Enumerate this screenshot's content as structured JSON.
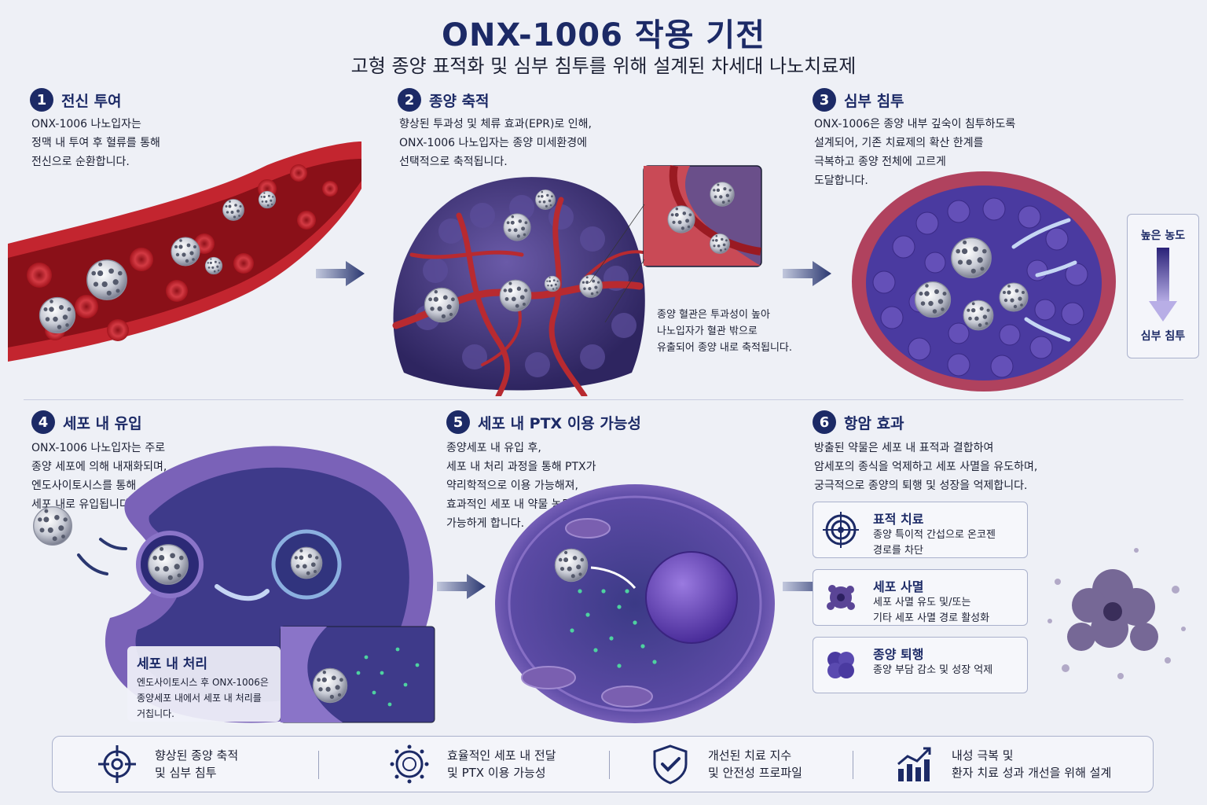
{
  "header": {
    "title": "ONX-1006 작용 기전",
    "subtitle": "고형 종양 표적화 및 심부 침투를 위해 설계된 차세대 나노치료제"
  },
  "steps": [
    {
      "num": "1",
      "title": "전신 투여",
      "lines": [
        "ONX-1006 나노입자는",
        "정맥 내 투여 후 혈류를 통해",
        "전신으로 순환합니다."
      ]
    },
    {
      "num": "2",
      "title": "종양 축적",
      "lines": [
        "향상된 투과성 및 체류 효과(EPR)로 인해,",
        "ONX-1006 나노입자는 종양 미세환경에",
        "선택적으로 축적됩니다."
      ]
    },
    {
      "num": "3",
      "title": "심부 침투",
      "lines": [
        "ONX-1006은 종양 내부 깊숙이 침투하도록",
        "설계되어, 기존 치료제의 확산 한계를",
        "극복하고 종양 전체에 고르게",
        "도달합니다."
      ]
    },
    {
      "num": "4",
      "title": "세포 내 유입",
      "lines": [
        "ONX-1006 나노입자는 주로",
        "종양 세포에 의해 내재화되며,",
        "엔도사이토시스를 통해",
        "세포 내로 유입됩니다."
      ]
    },
    {
      "num": "5",
      "title": "세포 내 PTX 이용 가능성",
      "lines": [
        "종양세포 내 유입 후,",
        "세포 내 처리 과정을 통해 PTX가",
        "약리학적으로 이용 가능해져,",
        "효과적인 세포 내 약물 농도를",
        "가능하게 합니다."
      ]
    },
    {
      "num": "6",
      "title": "항암 효과",
      "lines": [
        "방출된 약물은 세포 내 표적과 결합하여",
        "암세포의 종식을 억제하고 세포 사멸을 유도하며,",
        "궁극적으로 종양의 퇴행 및 성장을 억제합니다."
      ]
    }
  ],
  "leak_note": [
    "종양 혈관은 투과성이 높아",
    "나노입자가 혈관 밖으로",
    "유출되어 종양 내로 축적됩니다."
  ],
  "gradient": {
    "top": "높은 농도",
    "bottom": "심부 침투"
  },
  "intracellular": {
    "title": "세포 내 처리",
    "lines": [
      "엔도사이토시스 후 ONX-1006은",
      "종양세포 내에서 세포 내 처리를",
      "거칩니다."
    ]
  },
  "effects": [
    {
      "icon": "target-icon",
      "title": "표적 치료",
      "lines": [
        "종양 특이적 간섭으로 온코젠",
        "경로를 차단"
      ]
    },
    {
      "icon": "apoptosis-cell-icon",
      "title": "세포 사멸",
      "lines": [
        "세포 사멸 유도 및/또는",
        "기타 세포 사멸 경로 활성화"
      ]
    },
    {
      "icon": "tumor-cells-icon",
      "title": "종양 퇴행",
      "lines": [
        "종양 부담 감소 및 성장 억제"
      ]
    }
  ],
  "bottom": [
    {
      "icon": "crosshair-icon",
      "lines": [
        "향상된 종양 축적",
        "및 심부 침투"
      ]
    },
    {
      "icon": "nanoparticle-icon",
      "lines": [
        "효율적인 세포 내 전달",
        "및 PTX 이용 가능성"
      ]
    },
    {
      "icon": "shield-check-icon",
      "lines": [
        "개선된 치료 지수",
        "및 안전성 프로파일"
      ]
    },
    {
      "icon": "growth-chart-icon",
      "lines": [
        "내성 극복 및",
        "환자 치료 성과 개선을 위해 설계"
      ]
    }
  ],
  "colors": {
    "navy": "#1c2a66",
    "blood": "#b3202a",
    "tumor": "#4a3d8a",
    "cell": "#7a62b8"
  }
}
